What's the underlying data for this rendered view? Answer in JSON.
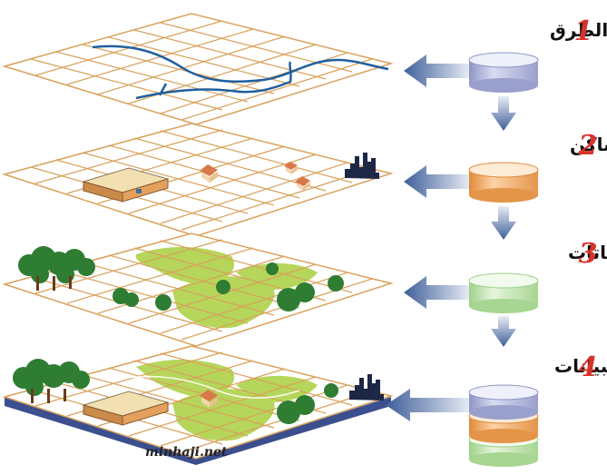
{
  "steps": [
    {
      "number": "1",
      "label": "بيانات الطرق",
      "layer_name": "roads"
    },
    {
      "number": "2",
      "label": "بيانات المساكن",
      "layer_name": "housing"
    },
    {
      "number": "3",
      "label": "بيانات النباتات",
      "layer_name": "vegetation"
    },
    {
      "number": "4",
      "label": "دمج البيانات",
      "layer_name": "merged"
    }
  ],
  "watermark": "minhaji.net",
  "colors": {
    "grid_line": "#d9a15c",
    "road": "#1f5f9e",
    "arrow": "#4a6fa5",
    "step_number": "#d9322b",
    "db_roads": "#c9cde8",
    "db_housing": "#f4b77a",
    "db_vegetation": "#c7e8b8",
    "tree_dark": "#2e7d32",
    "vegetation_light": "#b5d65a",
    "layer_base": "#3b4f8f"
  },
  "icons": [
    "database-icon",
    "arrow-left-icon",
    "arrow-down-icon",
    "house-icon",
    "city-skyline-icon",
    "tree-icon"
  ]
}
